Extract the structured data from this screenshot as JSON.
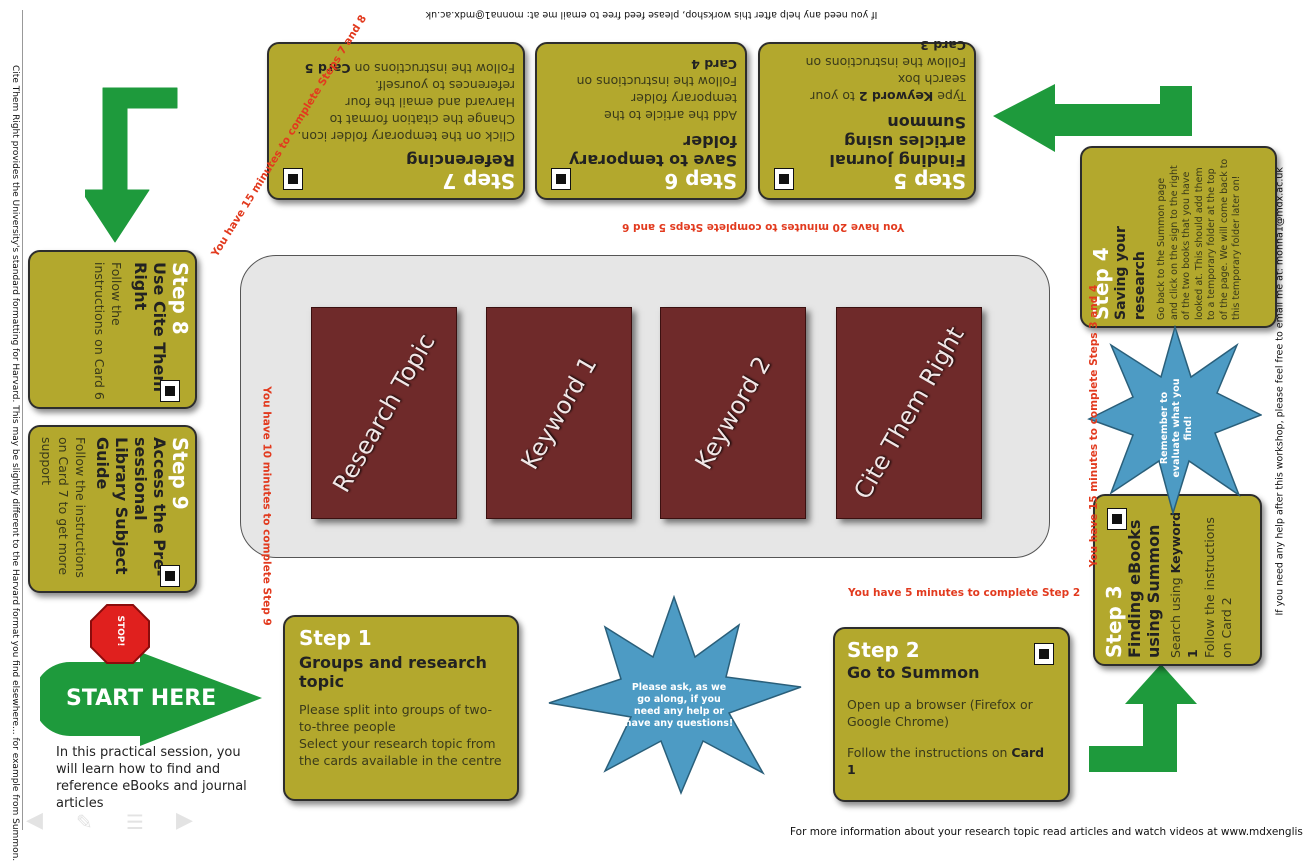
{
  "top_email_note": "If you need any help after this workshop, please feed free to email me at: monna1@mdx.ac.uk",
  "right_email_note": "If you need any help after this workshop, please feel free to email me at: monna1@mdx.ac.uk",
  "left_harvard_note": "Cite Them Right provides the University's standard formatting for Harvard. This may be slightly different to the Harvard format you find elsewhere... for example from Summon.",
  "footer_note": "For more information about your research topic read articles and watch videos at www.mdxenglish.com",
  "time_notes": {
    "steps_7_8": "You have 15 minutes to complete Steps 7 and 8",
    "steps_5_6": "You have 20 minutes to complete Steps 5 and 6",
    "steps_3_4": "You have 15 minutes to complete Steps 3 and 4",
    "step_9": "You have 10 minutes to complete Step 9",
    "step_2": "You have 5 minutes to complete Step 2"
  },
  "start": {
    "label": "START HERE",
    "stop_label": "STOP!",
    "intro": "In this practical session, you will learn how to find and reference eBooks and journal articles"
  },
  "center_cards": [
    "Research Topic",
    "Keyword 1",
    "Keyword 2",
    "Cite Them Right"
  ],
  "stars": {
    "bottom": "Please ask, as we go along, if you need any help or have any questions!",
    "right": "Remember to evaluate what you find!"
  },
  "steps": {
    "s1": {
      "title": "Step 1",
      "subtitle": "Groups and research topic",
      "line1": "Please split into groups of two-to-three people",
      "line2": "Select your research topic from the cards available in the centre"
    },
    "s2": {
      "title": "Step 2",
      "subtitle": "Go to Summon",
      "line1": "Open up a browser (Firefox or Google Chrome)",
      "line2_pre": "Follow the instructions on",
      "line2_bold": "Card 1"
    },
    "s3": {
      "title": "Step 3",
      "subtitle": "Finding eBooks using Summon",
      "line1_pre": "Search using",
      "line1_bold": "Keyword 1",
      "line2": "Follow the instructions on Card 2"
    },
    "s4": {
      "title": "Step 4",
      "subtitle": "Saving your research",
      "body": "Go back to the Summon page and click on the sign to the right of the two books that you have looked at. This should add them to a temporary folder at the top of the page. We will come back to this temporary folder later on!"
    },
    "s5": {
      "title": "Step 5",
      "subtitle": "Finding journal articles using Summon",
      "line1_pre": "Type",
      "line1_bold": "Keyword 2",
      "line1_post": "to your search box",
      "line2": "Follow the instructions on",
      "line2_bold": "Card 3"
    },
    "s6": {
      "title": "Step 6",
      "subtitle": "Save to temporary folder",
      "line1": "Add the article to the temporary folder",
      "line2": "Follow the instructions on",
      "line2_bold": "Card 4"
    },
    "s7": {
      "title": "Step 7",
      "subtitle": "Referencing",
      "line1": "Click on the temporary folder icon. Change the citation format to Harvard and email the four references to yourself.",
      "line2": "Follow the instructions on",
      "line2_bold": "Card 5"
    },
    "s8": {
      "title": "Step 8",
      "subtitle": "Use Cite Them Right",
      "line1": "Follow the instructions on Card 6"
    },
    "s9": {
      "title": "Step 9",
      "subtitle": "Access the Pre-sessional Library Subject Guide",
      "line1": "Follow the instructions on Card 7 to get more support"
    }
  },
  "colors": {
    "card": "#b3a82d",
    "arrow": "#1e9a3c",
    "star": "#4d9bc4",
    "maroon": "#6f2a2a",
    "note_red": "#e23a1e",
    "stop": "#e0201e"
  },
  "nav_icons": [
    "arrow-left-icon",
    "pencil-icon",
    "menu-icon",
    "arrow-right-icon"
  ]
}
